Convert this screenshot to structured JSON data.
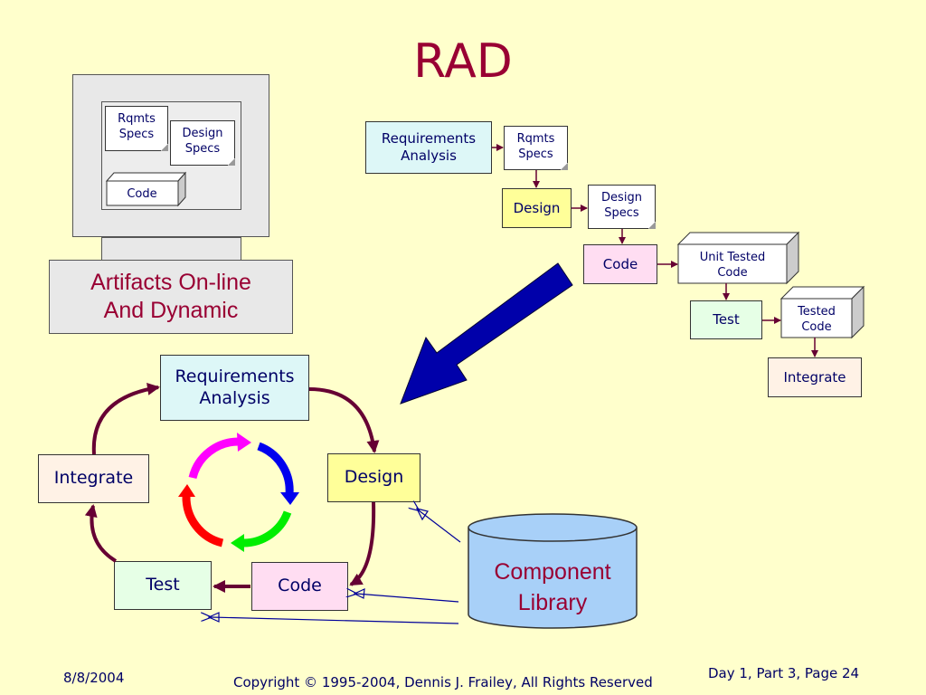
{
  "title": "RAD",
  "monitor": {
    "doc_rqmts": "Rqmts Specs",
    "doc_design": "Design Specs",
    "code": "Code",
    "stand_label": "Artifacts On-line And Dynamic"
  },
  "waterfall": {
    "req": "Requirements Analysis",
    "rqmts_specs": "Rqmts Specs",
    "design": "Design",
    "design_specs": "Design Specs",
    "code": "Code",
    "unit_tested": "Unit Tested Code",
    "test": "Test",
    "tested_code": "Tested Code",
    "integrate": "Integrate"
  },
  "cycle": {
    "req": "Requirements Analysis",
    "design": "Design",
    "code": "Code",
    "test": "Test",
    "integrate": "Integrate"
  },
  "library": "Component Library",
  "footer": {
    "date": "8/8/2004",
    "copyright": "Copyright © 1995-2004, Dennis J. Frailey, All Rights Reserved",
    "page": "Day 1, Part 3, Page 24"
  },
  "colors": {
    "background": "#FFFFCC",
    "title": "#990033",
    "text": "#000066",
    "cycle_arrow": "#660033",
    "big_arrow": "#000099"
  }
}
